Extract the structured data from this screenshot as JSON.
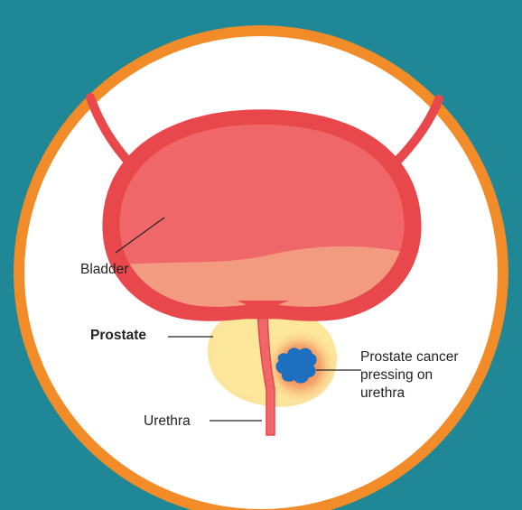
{
  "labels": {
    "bladder": "Bladder",
    "prostate": "Prostate",
    "urethra": "Urethra",
    "cancer_line1": "Prostate cancer",
    "cancer_line2": "pressing on",
    "cancer_line3": "urethra"
  },
  "colors": {
    "background": "#1f8796",
    "ring": "#f28c28",
    "circle_fill": "#ffffff",
    "bladder_wall": "#e8474b",
    "bladder_fill": "#f0676a",
    "urine": "#f39b80",
    "prostate": "#fde79a",
    "tumor": "#1d6fbf",
    "tumor_glow": "#f07a4d",
    "leader_line": "#222222"
  }
}
